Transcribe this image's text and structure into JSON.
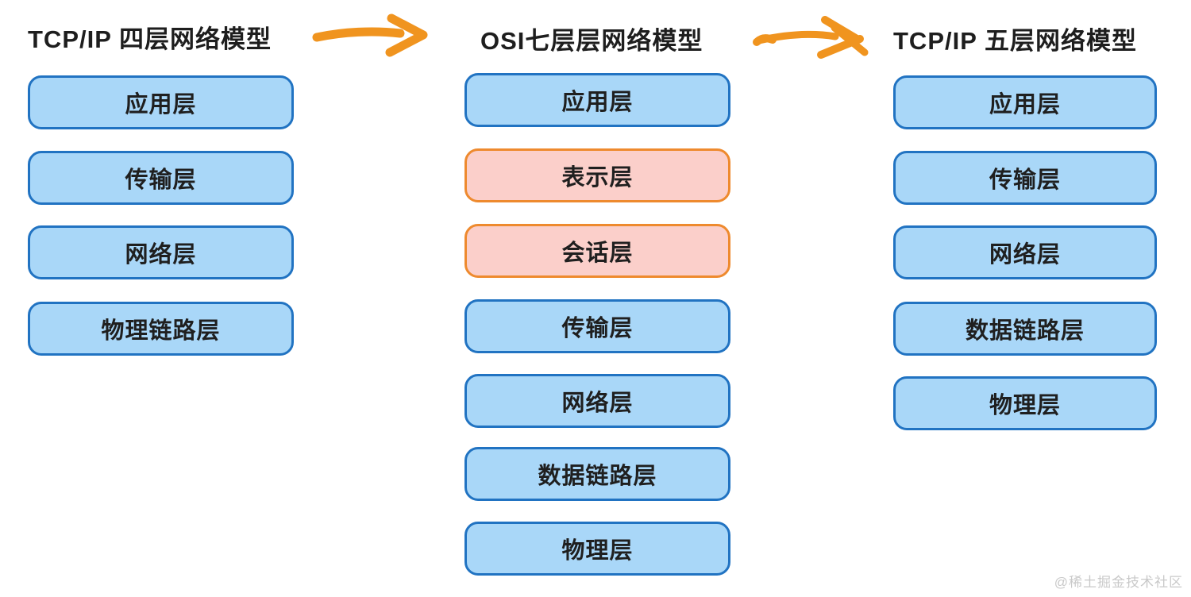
{
  "diagram": {
    "background": "#ffffff",
    "colors": {
      "blue_fill": "#a9d7f8",
      "blue_border": "#2173c2",
      "pink_fill": "#fbcfca",
      "pink_border": "#ee8a2e",
      "arrow": "#f0941f",
      "text": "#1f1f1f",
      "watermark": "#c9c9c9"
    },
    "columns": [
      {
        "title": "TCP/IP 四层网络模型",
        "layers": [
          {
            "label": "应用层",
            "variant": "blue"
          },
          {
            "label": "传输层",
            "variant": "blue"
          },
          {
            "label": "网络层",
            "variant": "blue"
          },
          {
            "label": "物理链路层",
            "variant": "blue"
          }
        ]
      },
      {
        "title": "OSI七层层网络模型",
        "layers": [
          {
            "label": "应用层",
            "variant": "blue"
          },
          {
            "label": "表示层",
            "variant": "pink"
          },
          {
            "label": "会话层",
            "variant": "pink"
          },
          {
            "label": "传输层",
            "variant": "blue"
          },
          {
            "label": "网络层",
            "variant": "blue"
          },
          {
            "label": "数据链路层",
            "variant": "blue"
          },
          {
            "label": "物理层",
            "variant": "blue"
          }
        ]
      },
      {
        "title": "TCP/IP 五层网络模型",
        "layers": [
          {
            "label": "应用层",
            "variant": "blue"
          },
          {
            "label": "传输层",
            "variant": "blue"
          },
          {
            "label": "网络层",
            "variant": "blue"
          },
          {
            "label": "数据链路层",
            "variant": "blue"
          },
          {
            "label": "物理层",
            "variant": "blue"
          }
        ]
      }
    ],
    "arrows": [
      {
        "name": "arrow-left-to-middle",
        "direction": "right"
      },
      {
        "name": "arrow-middle-to-right",
        "direction": "right"
      }
    ],
    "watermark": "@稀土掘金技术社区"
  }
}
